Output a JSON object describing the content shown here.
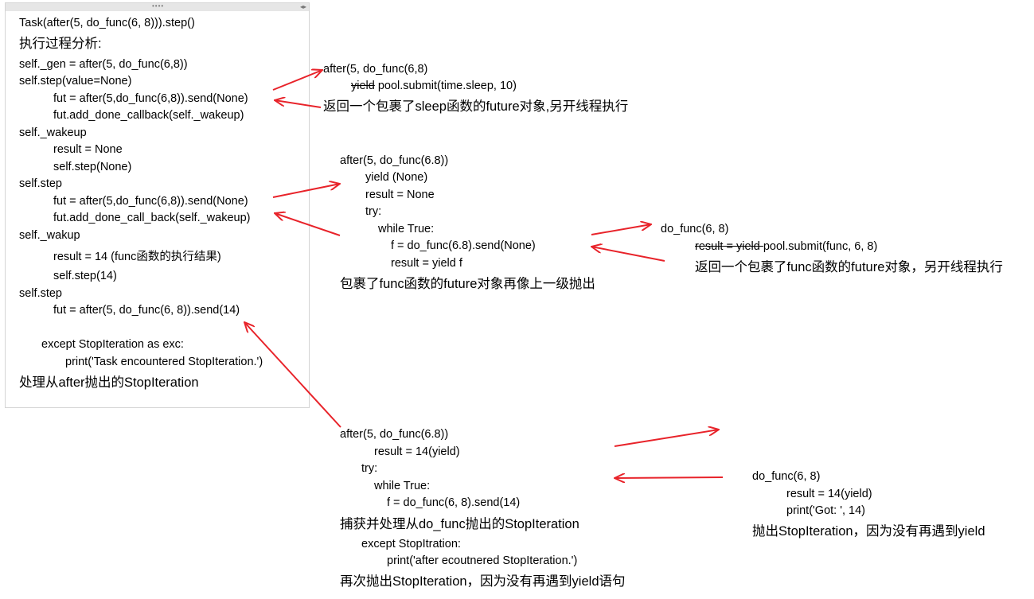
{
  "left_panel": {
    "lines": [
      "Task(after(5, do_func(6, 8))).step()",
      "执行过程分析:",
      "self._gen = after(5, do_func(6,8))",
      "self.step(value=None)",
      "fut = after(5,do_func(6,8)).send(None)",
      "fut.add_done_callback(self._wakeup)",
      "self._wakeup",
      "result = None",
      "self.step(None)",
      "self.step",
      "fut = after(5,do_func(6,8)).send(None)",
      "fut.add_done_call_back(self._wakeup)",
      "self._wakup",
      "result = 14 (func函数的执行结果)",
      "self.step(14)",
      "self.step",
      "fut = after(5, do_func(6, 8)).send(14)",
      "except StopIteration as exc:",
      "print('Task encountered StopIteration.')",
      "处理从after抛出的StopIteration"
    ]
  },
  "block1": {
    "title": "after(5, do_func(6,8)",
    "struck": "yield",
    "code": " pool.submit(time.sleep, 10)",
    "note": "返回一个包裹了sleep函数的future对象,另开线程执行"
  },
  "block2": {
    "lines": [
      "after(5, do_func(6.8))",
      "yield (None)",
      "result = None",
      "try:",
      "while True:",
      "f = do_func(6.8).send(None)",
      "result = yield f"
    ],
    "note": "包裹了func函数的future对象再像上一级抛出"
  },
  "block3": {
    "title": "do_func(6, 8)",
    "struck": "result = yield ",
    "code": "pool.submit(func, 6, 8)",
    "note": "返回一个包裹了func函数的future对象，另开线程执行"
  },
  "block4": {
    "lines": [
      "after(5, do_func(6.8))",
      "result = 14(yield)",
      "try:",
      "while True:",
      "f = do_func(6, 8).send(14)"
    ],
    "note1": "捕获并处理从do_func抛出的StopIteration",
    "lines2": [
      "except StopItration:",
      "print('after ecoutnered StopIteration.')"
    ],
    "note2": "再次抛出StopIteration，因为没有再遇到yield语句"
  },
  "block5": {
    "lines": [
      "do_func(6, 8)",
      "result = 14(yield)",
      "print('Got: ', 14)"
    ],
    "note": "抛出StopIteration，因为没有再遇到yield"
  },
  "colors": {
    "arrow": "#e8232a"
  }
}
